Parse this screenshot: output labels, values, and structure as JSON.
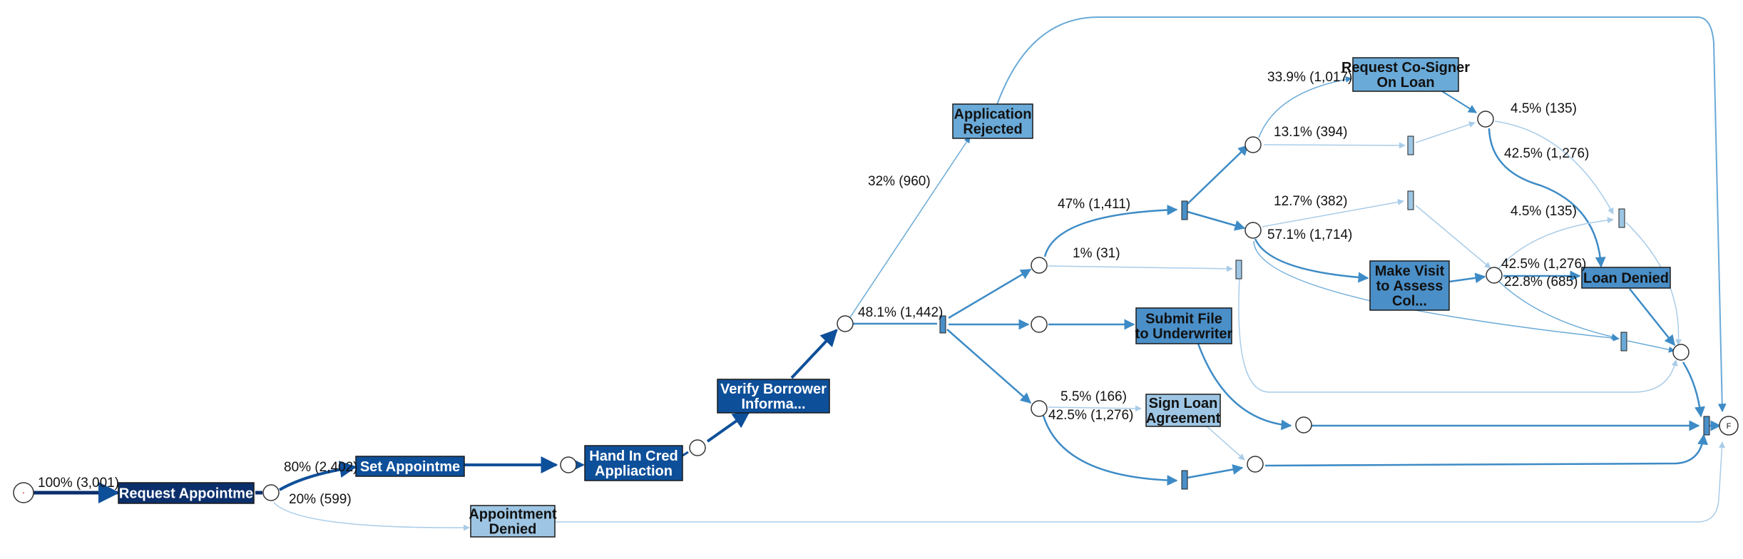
{
  "colors": {
    "level_dark": "#0b2f6b",
    "level_strong": "#0e4f99",
    "level_medium": "#4a8fc8",
    "level_light": "#6aaad8",
    "level_pale": "#9ec6e4",
    "edge_dark": "#0e4f99",
    "edge_medium": "#3d8bc6",
    "edge_light": "#a9cce8"
  },
  "diagram": {
    "activities": [
      {
        "id": "request_appointment",
        "label": [
          "Request Appointme"
        ],
        "level": "dark"
      },
      {
        "id": "set_appointment",
        "label": [
          "Set Appointme"
        ],
        "level": "strong"
      },
      {
        "id": "appointment_denied",
        "label": [
          "Appointment",
          "Denied"
        ],
        "level": "pale"
      },
      {
        "id": "hand_in_credit",
        "label": [
          "Hand In Cred",
          "Appliaction"
        ],
        "level": "strong"
      },
      {
        "id": "verify_borrower",
        "label": [
          "Verify Borrower",
          "Informa..."
        ],
        "level": "strong"
      },
      {
        "id": "application_rejected",
        "label": [
          "Application",
          "Rejected"
        ],
        "level": "light"
      },
      {
        "id": "submit_file",
        "label": [
          "Submit File",
          "to Underwriter"
        ],
        "level": "medium"
      },
      {
        "id": "sign_loan",
        "label": [
          "Sign Loan",
          "Agreement"
        ],
        "level": "pale"
      },
      {
        "id": "request_cosigner",
        "label": [
          "Request Co-Signer",
          "On Loan"
        ],
        "level": "light"
      },
      {
        "id": "make_visit",
        "label": [
          "Make Visit",
          "to Assess",
          "Col..."
        ],
        "level": "medium"
      },
      {
        "id": "loan_denied",
        "label": [
          "Loan Denied"
        ],
        "level": "medium"
      }
    ],
    "start_place_symbol": "·",
    "final_place_label": "F",
    "edge_labels": [
      {
        "id": "e_start",
        "text": "100% (3,001)"
      },
      {
        "id": "e_set",
        "text": "80% (2,402)"
      },
      {
        "id": "e_denied",
        "text": "20% (599)"
      },
      {
        "id": "e_rejected",
        "text": "32% (960)"
      },
      {
        "id": "e_verify_continue",
        "text": "48.1% (1,442)"
      },
      {
        "id": "e_47",
        "text": "47% (1,411)"
      },
      {
        "id": "e_1",
        "text": "1% (31)"
      },
      {
        "id": "e_cosigner",
        "text": "33.9% (1,017)"
      },
      {
        "id": "e_131",
        "text": "13.1% (394)"
      },
      {
        "id": "e_127",
        "text": "12.7% (382)"
      },
      {
        "id": "e_571",
        "text": "57.1% (1,714)"
      },
      {
        "id": "e_45a",
        "text": "4.5% (135)"
      },
      {
        "id": "e_425a",
        "text": "42.5% (1,276)"
      },
      {
        "id": "e_45b",
        "text": "4.5% (135)"
      },
      {
        "id": "e_425b",
        "text": "42.5% (1,276)"
      },
      {
        "id": "e_228",
        "text": "22.8% (685)"
      },
      {
        "id": "e_55",
        "text": "5.5% (166)"
      },
      {
        "id": "e_425c",
        "text": "42.5% (1,276)"
      }
    ]
  }
}
